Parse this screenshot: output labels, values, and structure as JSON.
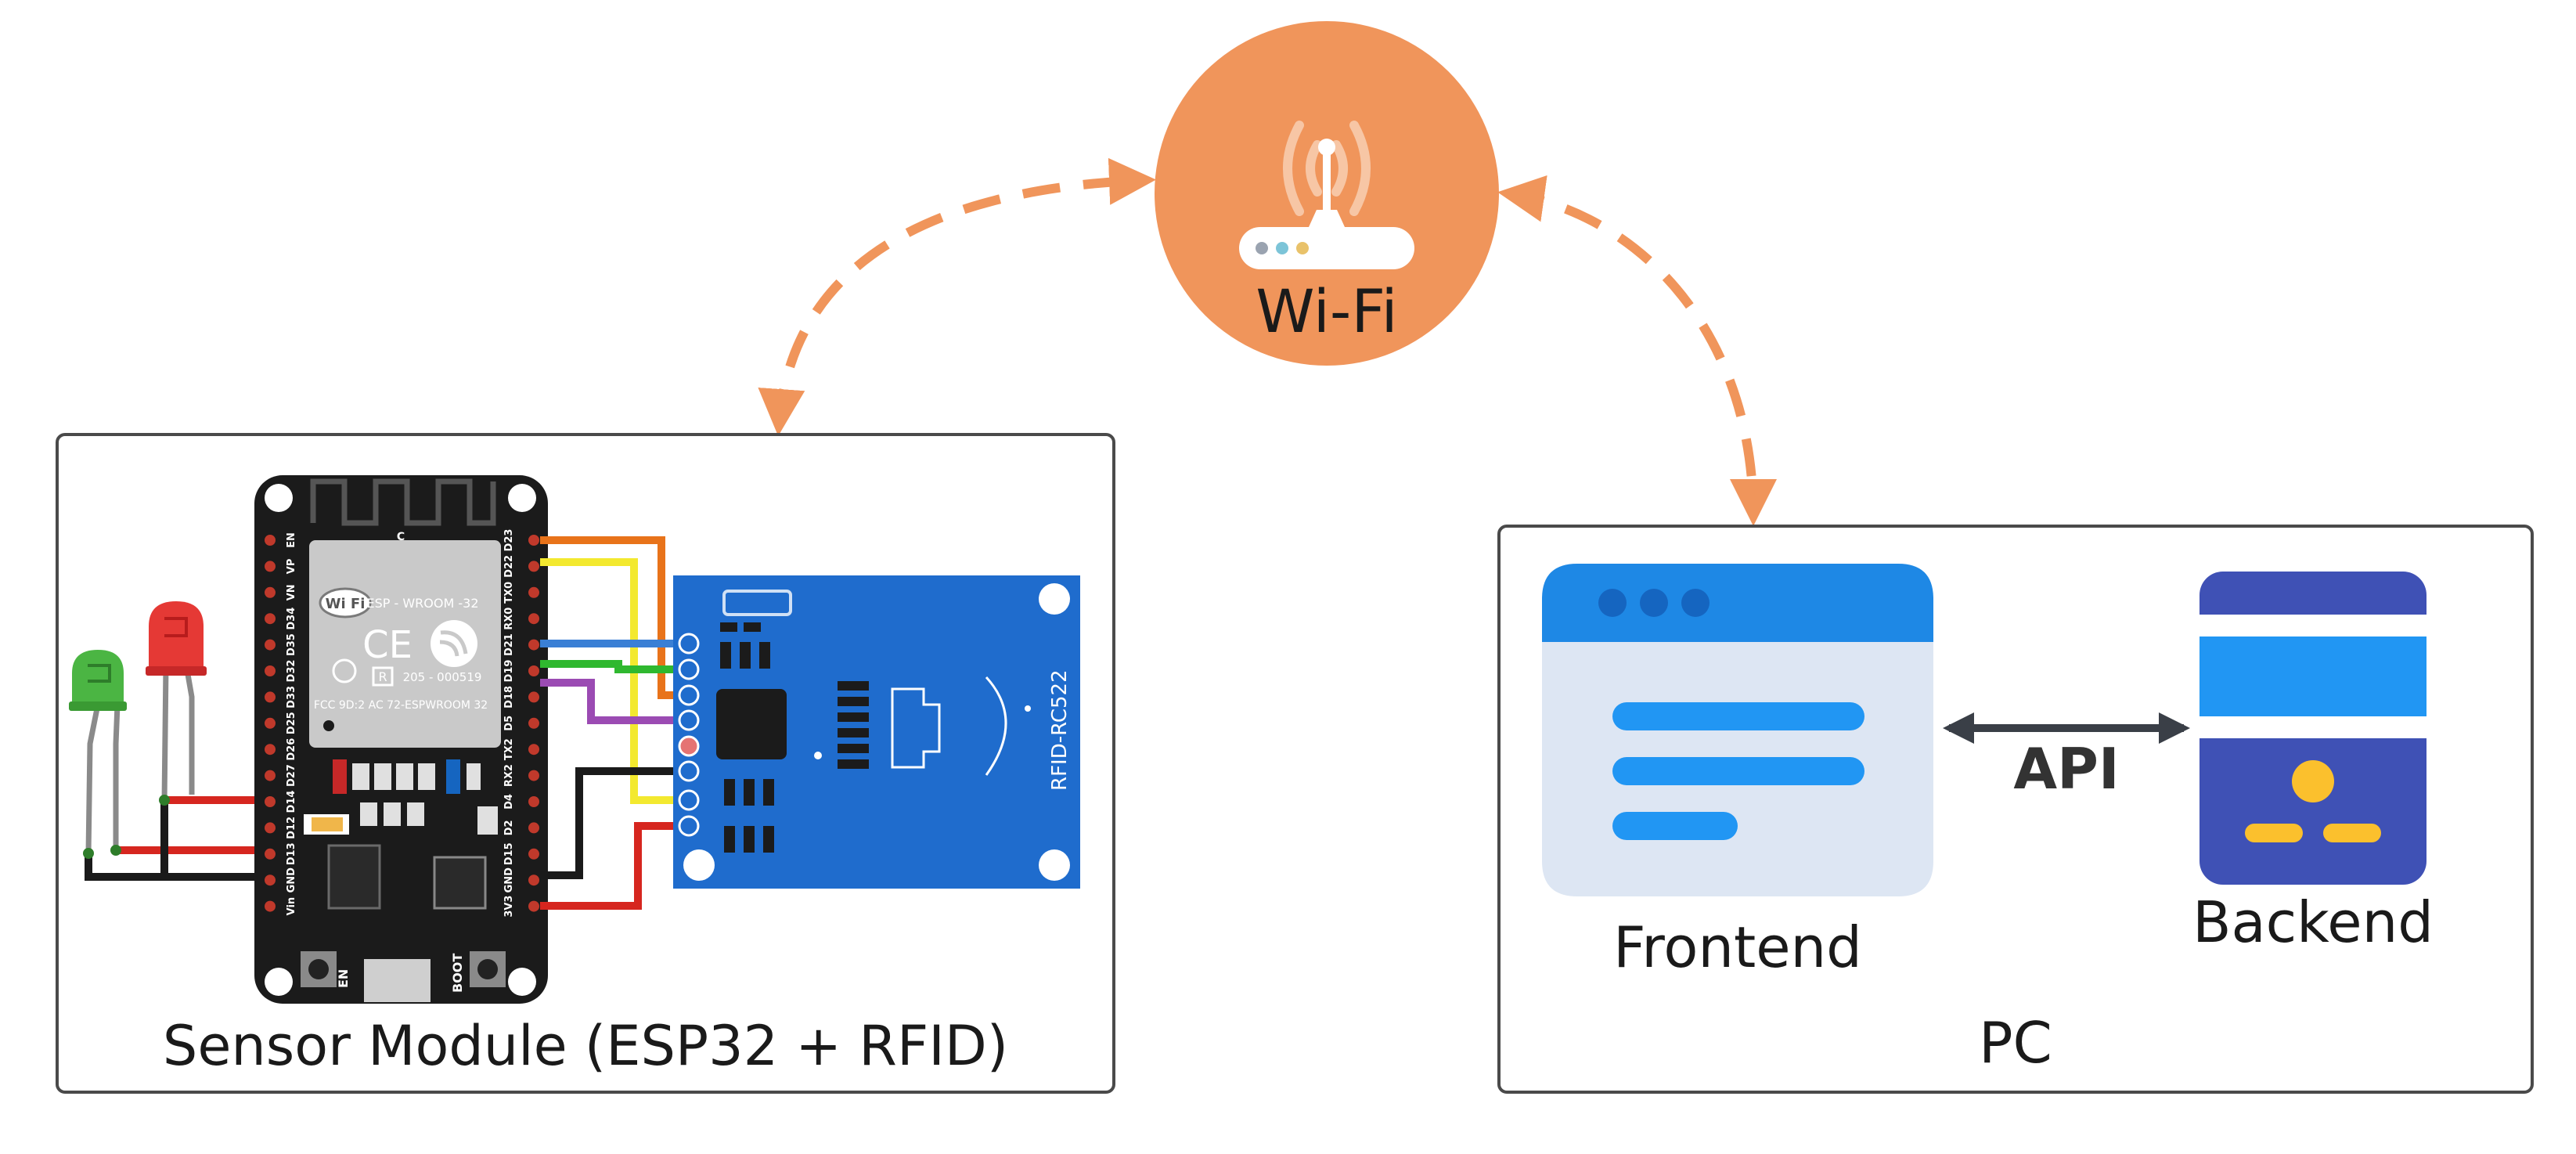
{
  "wifi": {
    "label": "Wi-Fi"
  },
  "sensor_module": {
    "label": "Sensor Module (ESP32 + RFID)",
    "esp32": {
      "module_text": "ESP - WROOM -32",
      "wifi_logo_text": "Wi Fi",
      "ce_mark": "CE",
      "reg_r": "R",
      "reg_number": "205 - 000519",
      "fcc_text": "FCC 9D:2 AC 72-ESPWROOM  32",
      "c_mark": "C",
      "button_en": "EN",
      "button_boot": "BOOT",
      "left_pins": [
        "EN",
        "VP",
        "VN",
        "D34",
        "D35",
        "D32",
        "D33",
        "D25",
        "D26",
        "D27",
        "D14",
        "D12",
        "D13",
        "GND",
        "Vin"
      ],
      "right_pins": [
        "D23",
        "D22",
        "TX0",
        "RX0",
        "D21",
        "D19",
        "D18",
        "D5",
        "TX2",
        "RX2",
        "D4",
        "D2",
        "D15",
        "GND",
        "3V3"
      ]
    },
    "rfid": {
      "label": "RFID-RC522"
    },
    "leds": {
      "green": "#4bb543",
      "red": "#e53935"
    }
  },
  "pc": {
    "label": "PC",
    "frontend": {
      "label": "Frontend"
    },
    "backend": {
      "label": "Backend"
    },
    "api_label": "API"
  },
  "colors": {
    "wifi_circle": "#f0955b",
    "dashed_arrow": "#f0955b",
    "box_border": "#4a4a4a",
    "browser_header": "#1e88e5",
    "browser_body": "#dde6f3",
    "server_body": "#3f51b5",
    "server_stripe": "#2196f3",
    "server_accent": "#fbc02d",
    "rfid_board": "#1f6ccd",
    "wire_orange": "#e8731a",
    "wire_yellow": "#f3e92f",
    "wire_blue": "#3a7fd5",
    "wire_green": "#2fb82f",
    "wire_purple": "#9b4bb3",
    "wire_black": "#1a1a1a",
    "wire_red": "#d6261f"
  }
}
